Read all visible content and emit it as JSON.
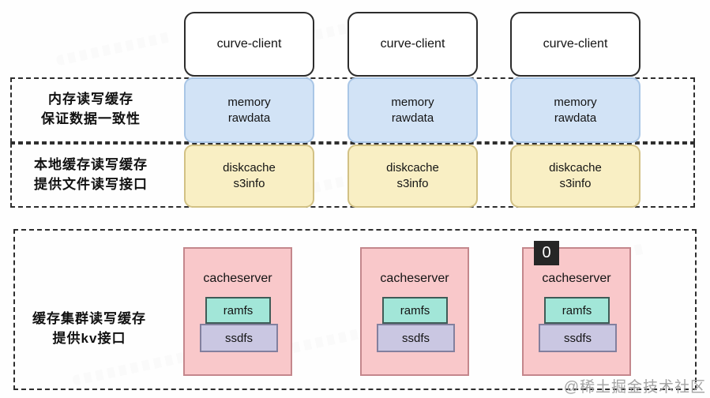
{
  "bands": [
    {
      "line1": "内存读写缓存",
      "line2": "保证数据一致性"
    },
    {
      "line1": "本地缓存读写缓存",
      "line2": "提供文件读写接口"
    },
    {
      "line1": "缓存集群读写缓存",
      "line2": "提供kv接口"
    }
  ],
  "columns": [
    {
      "client_label": "curve-client",
      "memory_lines": [
        "memory",
        "rawdata"
      ],
      "disk_lines": [
        "diskcache",
        "s3info"
      ],
      "cacheserver_label": "cacheserver",
      "ramfs_label": "ramfs",
      "ssdfs_label": "ssdfs"
    },
    {
      "client_label": "curve-client",
      "memory_lines": [
        "memory",
        "rawdata"
      ],
      "disk_lines": [
        "diskcache",
        "s3info"
      ],
      "cacheserver_label": "cacheserver",
      "ramfs_label": "ramfs",
      "ssdfs_label": "ssdfs"
    },
    {
      "client_label": "curve-client",
      "memory_lines": [
        "memory",
        "rawdata"
      ],
      "disk_lines": [
        "diskcache",
        "s3info"
      ],
      "cacheserver_label": "cacheserver",
      "ramfs_label": "ramfs",
      "ssdfs_label": "ssdfs",
      "badge": "0"
    }
  ],
  "footer": {
    "credit": "@稀土掘金技术社区"
  },
  "colors": {
    "memory_fill": "#d2e3f6",
    "memory_border": "#a9c6e6",
    "disk_fill": "#f9efc4",
    "disk_border": "#d2c184",
    "cache_fill": "#f9c8ca",
    "cache_border": "#c4878c",
    "ramfs_fill": "#a2e6d8",
    "ramfs_border": "#3f5c57",
    "ssdfs_fill": "#cac7e2",
    "ssdfs_border": "#83809e",
    "badge_bg": "#262626",
    "dashed_border": "#2e2e2e"
  }
}
